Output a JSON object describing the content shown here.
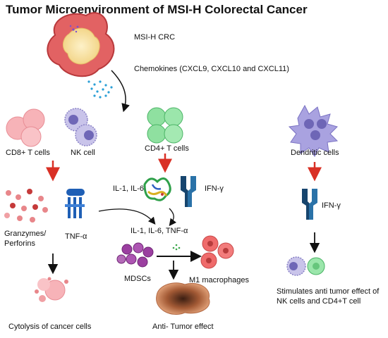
{
  "title": "Tumor Microenvironment of MSI-H Colorectal Cancer",
  "labels": {
    "msi_crc": "MSI-H CRC",
    "chemokines": "Chemokines (CXCL9, CXCL10 and CXCL11)",
    "cd8": "CD8+ T cells",
    "nk": "NK cell",
    "cd4": "CD4+ T cells",
    "dendritic": "Dendritic cells",
    "il1_il6": "IL-1, IL-6",
    "ifn_gamma_mid": "IFN-γ",
    "ifn_gamma_right": "IFN-γ",
    "granzymes_line1": "Granzymes/",
    "granzymes_line2": "Perforins",
    "tnf": "TNF-α",
    "il_tnf": "IL-1, IL-6, TNF-α",
    "mdscs": "MDSCs",
    "m1": "M1 macrophages",
    "stimulates_line1": "Stimulates anti tumor effect of",
    "stimulates_line2": "NK cells and CD4+T cell",
    "cytolysis": "Cytolysis of cancer cells",
    "anti_tumor": "Anti- Tumor effect"
  },
  "colors": {
    "arrow_red": "#d93025",
    "arrow_black": "#111111",
    "receptor_blue": "#1f5fb5",
    "receptor_dark": "#17456e",
    "tumor_pink": "#e8656a",
    "cd8_pink": "#f7b3b8",
    "nk_lavender": "#b7b0df",
    "cd4_green": "#8fe0a0",
    "dendritic_purple": "#9a93d8",
    "mdsc_purple": "#9b3fa0",
    "m1_red": "#ef6b6b",
    "granzyme_red": "#c53a3a"
  }
}
